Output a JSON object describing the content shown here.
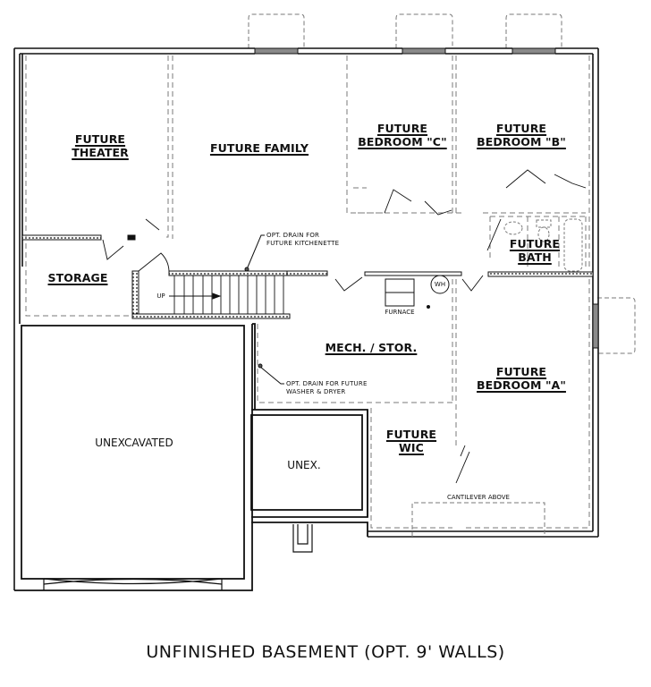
{
  "plan": {
    "title": "UNFINISHED BASEMENT (OPT. 9' WALLS)",
    "rooms": [
      {
        "id": "theater",
        "line1": "FUTURE",
        "line2": "THEATER"
      },
      {
        "id": "family",
        "line1": "FUTURE FAMILY",
        "line2": ""
      },
      {
        "id": "bedroom-c",
        "line1": "FUTURE",
        "line2": "BEDROOM \"C\""
      },
      {
        "id": "bedroom-b",
        "line1": "FUTURE",
        "line2": "BEDROOM \"B\""
      },
      {
        "id": "bath",
        "line1": "FUTURE",
        "line2": "BATH"
      },
      {
        "id": "storage",
        "line1": "STORAGE",
        "line2": ""
      },
      {
        "id": "mech",
        "line1": "MECH. / STOR.",
        "line2": ""
      },
      {
        "id": "bedroom-a",
        "line1": "FUTURE",
        "line2": "BEDROOM \"A\""
      },
      {
        "id": "wic",
        "line1": "FUTURE",
        "line2": "WIC"
      }
    ],
    "areas": [
      {
        "id": "unexcavated",
        "label": "UNEXCAVATED"
      },
      {
        "id": "unex",
        "label": "UNEX."
      }
    ],
    "notes": {
      "kitchenette_line1": "OPT. DRAIN FOR",
      "kitchenette_line2": "FUTURE KITCHENETTE",
      "washer_line1": "OPT. DRAIN FOR FUTURE",
      "washer_line2": "WASHER & DRYER",
      "cantilever": "CANTILEVER ABOVE",
      "furnace": "FURNACE",
      "water_heater": "WH",
      "stairs": "UP"
    },
    "colors": {
      "wall": "#111111",
      "window": "#8a8a8a",
      "dashed": "#7a7a7a",
      "background": "#ffffff"
    }
  }
}
